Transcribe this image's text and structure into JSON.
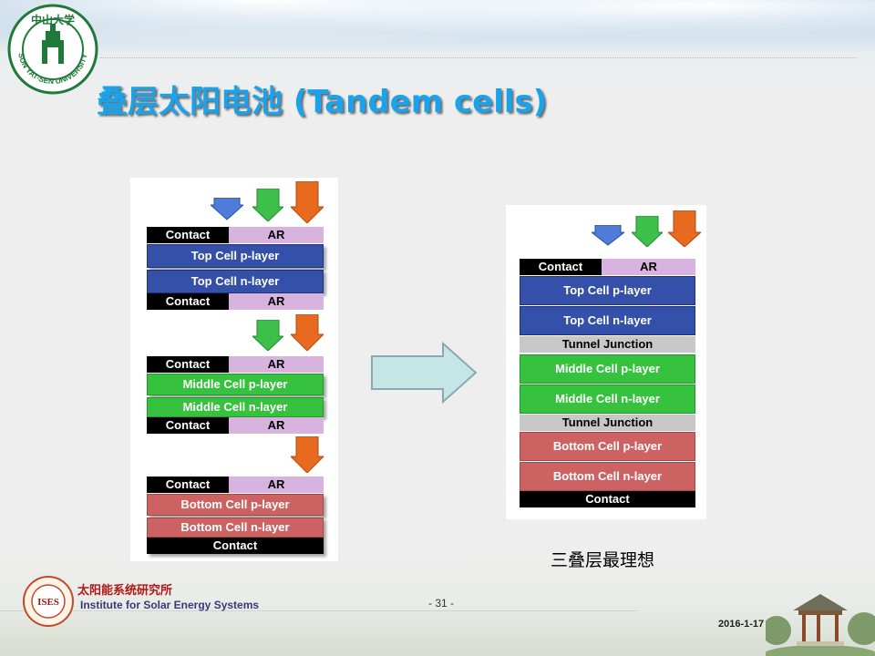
{
  "title": "叠层太阳电池 (Tandem cells)",
  "university_logo": {
    "text_top": "中山大学",
    "text_ring": "SUN YAT-SEN UNIVERSITY",
    "icon": "university-seal-icon"
  },
  "left_stack": {
    "top_cell": {
      "contact_label": "Contact",
      "ar_label": "AR",
      "p_layer": "Top Cell p-layer",
      "n_layer": "Top Cell n-layer",
      "bottom_contact": "Contact",
      "bottom_ar": "AR"
    },
    "middle_cell": {
      "contact_label": "Contact",
      "ar_label": "AR",
      "p_layer": "Middle Cell p-layer",
      "n_layer": "Middle Cell n-layer",
      "bottom_contact": "Contact",
      "bottom_ar": "AR"
    },
    "bottom_cell": {
      "contact_label": "Contact",
      "ar_label": "AR",
      "p_layer": "Bottom Cell p-layer",
      "n_layer": "Bottom Cell n-layer",
      "bottom_contact": "Contact"
    }
  },
  "right_stack": {
    "contact_label": "Contact",
    "ar_label": "AR",
    "top_p": "Top Cell p-layer",
    "top_n": "Top Cell n-layer",
    "tunnel_1": "Tunnel Junction",
    "middle_p": "Middle Cell p-layer",
    "middle_n": "Middle Cell n-layer",
    "tunnel_2": "Tunnel Junction",
    "bottom_p": "Bottom Cell p-layer",
    "bottom_n": "Bottom Cell n-layer",
    "bottom_contact": "Contact"
  },
  "caption": "三叠层最理想",
  "footer": {
    "institute_cn": "太阳能系统研究所",
    "institute_en": "Institute for Solar Energy Systems",
    "ises_logo_text": "ISES",
    "page_number": "- 31 -",
    "date": "2016-1-17"
  },
  "colors": {
    "title": "#1aa3ea",
    "blue_layer": "#3550a8",
    "green_layer": "#36c23f",
    "red_layer": "#cd6262",
    "ar_layer": "#d9b3e0",
    "tunnel_layer": "#c8c8c8",
    "arrow_blue": "#4f7bd9",
    "arrow_green": "#3cc04a",
    "arrow_orange": "#e86a1f",
    "big_arrow_fill": "#c6e6e6"
  }
}
